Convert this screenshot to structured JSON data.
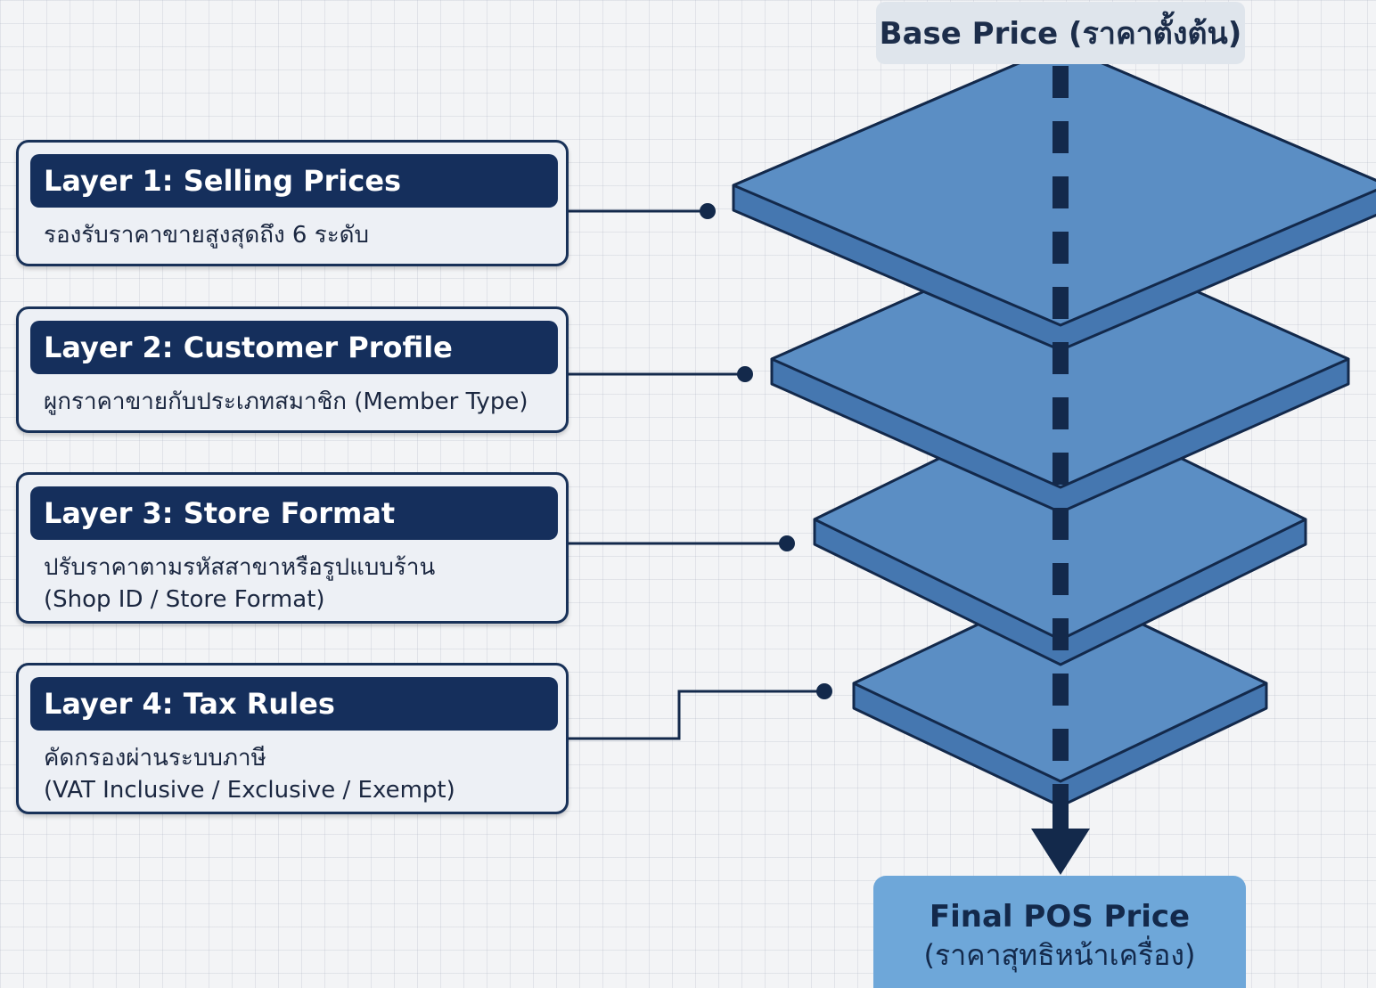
{
  "base_label": "Base Price (ราคาตั้งต้น)",
  "layers": [
    {
      "title": "Layer 1: Selling Prices",
      "desc": [
        "รองรับราคาขายสูงสุดถึง 6 ระดับ"
      ]
    },
    {
      "title": "Layer 2: Customer Profile",
      "desc": [
        "ผูกราคาขายกับประเภทสมาชิก (Member Type)"
      ]
    },
    {
      "title": "Layer 3: Store Format",
      "desc": [
        "ปรับราคาตามรหัสสาขาหรือรูปแบบร้าน",
        "(Shop ID / Store Format)"
      ]
    },
    {
      "title": "Layer 4: Tax Rules",
      "desc": [
        "คัดกรองผ่านระบบภาษี",
        "(VAT Inclusive / Exclusive / Exempt)"
      ]
    }
  ],
  "final": {
    "title": "Final POS Price",
    "subtitle": "(ราคาสุทธิหน้าเครื่อง)"
  },
  "colors": {
    "card_header": "#152f5c",
    "slab_fill": "#5b8ec4",
    "slab_outline": "#13294b",
    "final_box": "#6ea7d9",
    "base_label_bg": "#dfe5ec"
  }
}
